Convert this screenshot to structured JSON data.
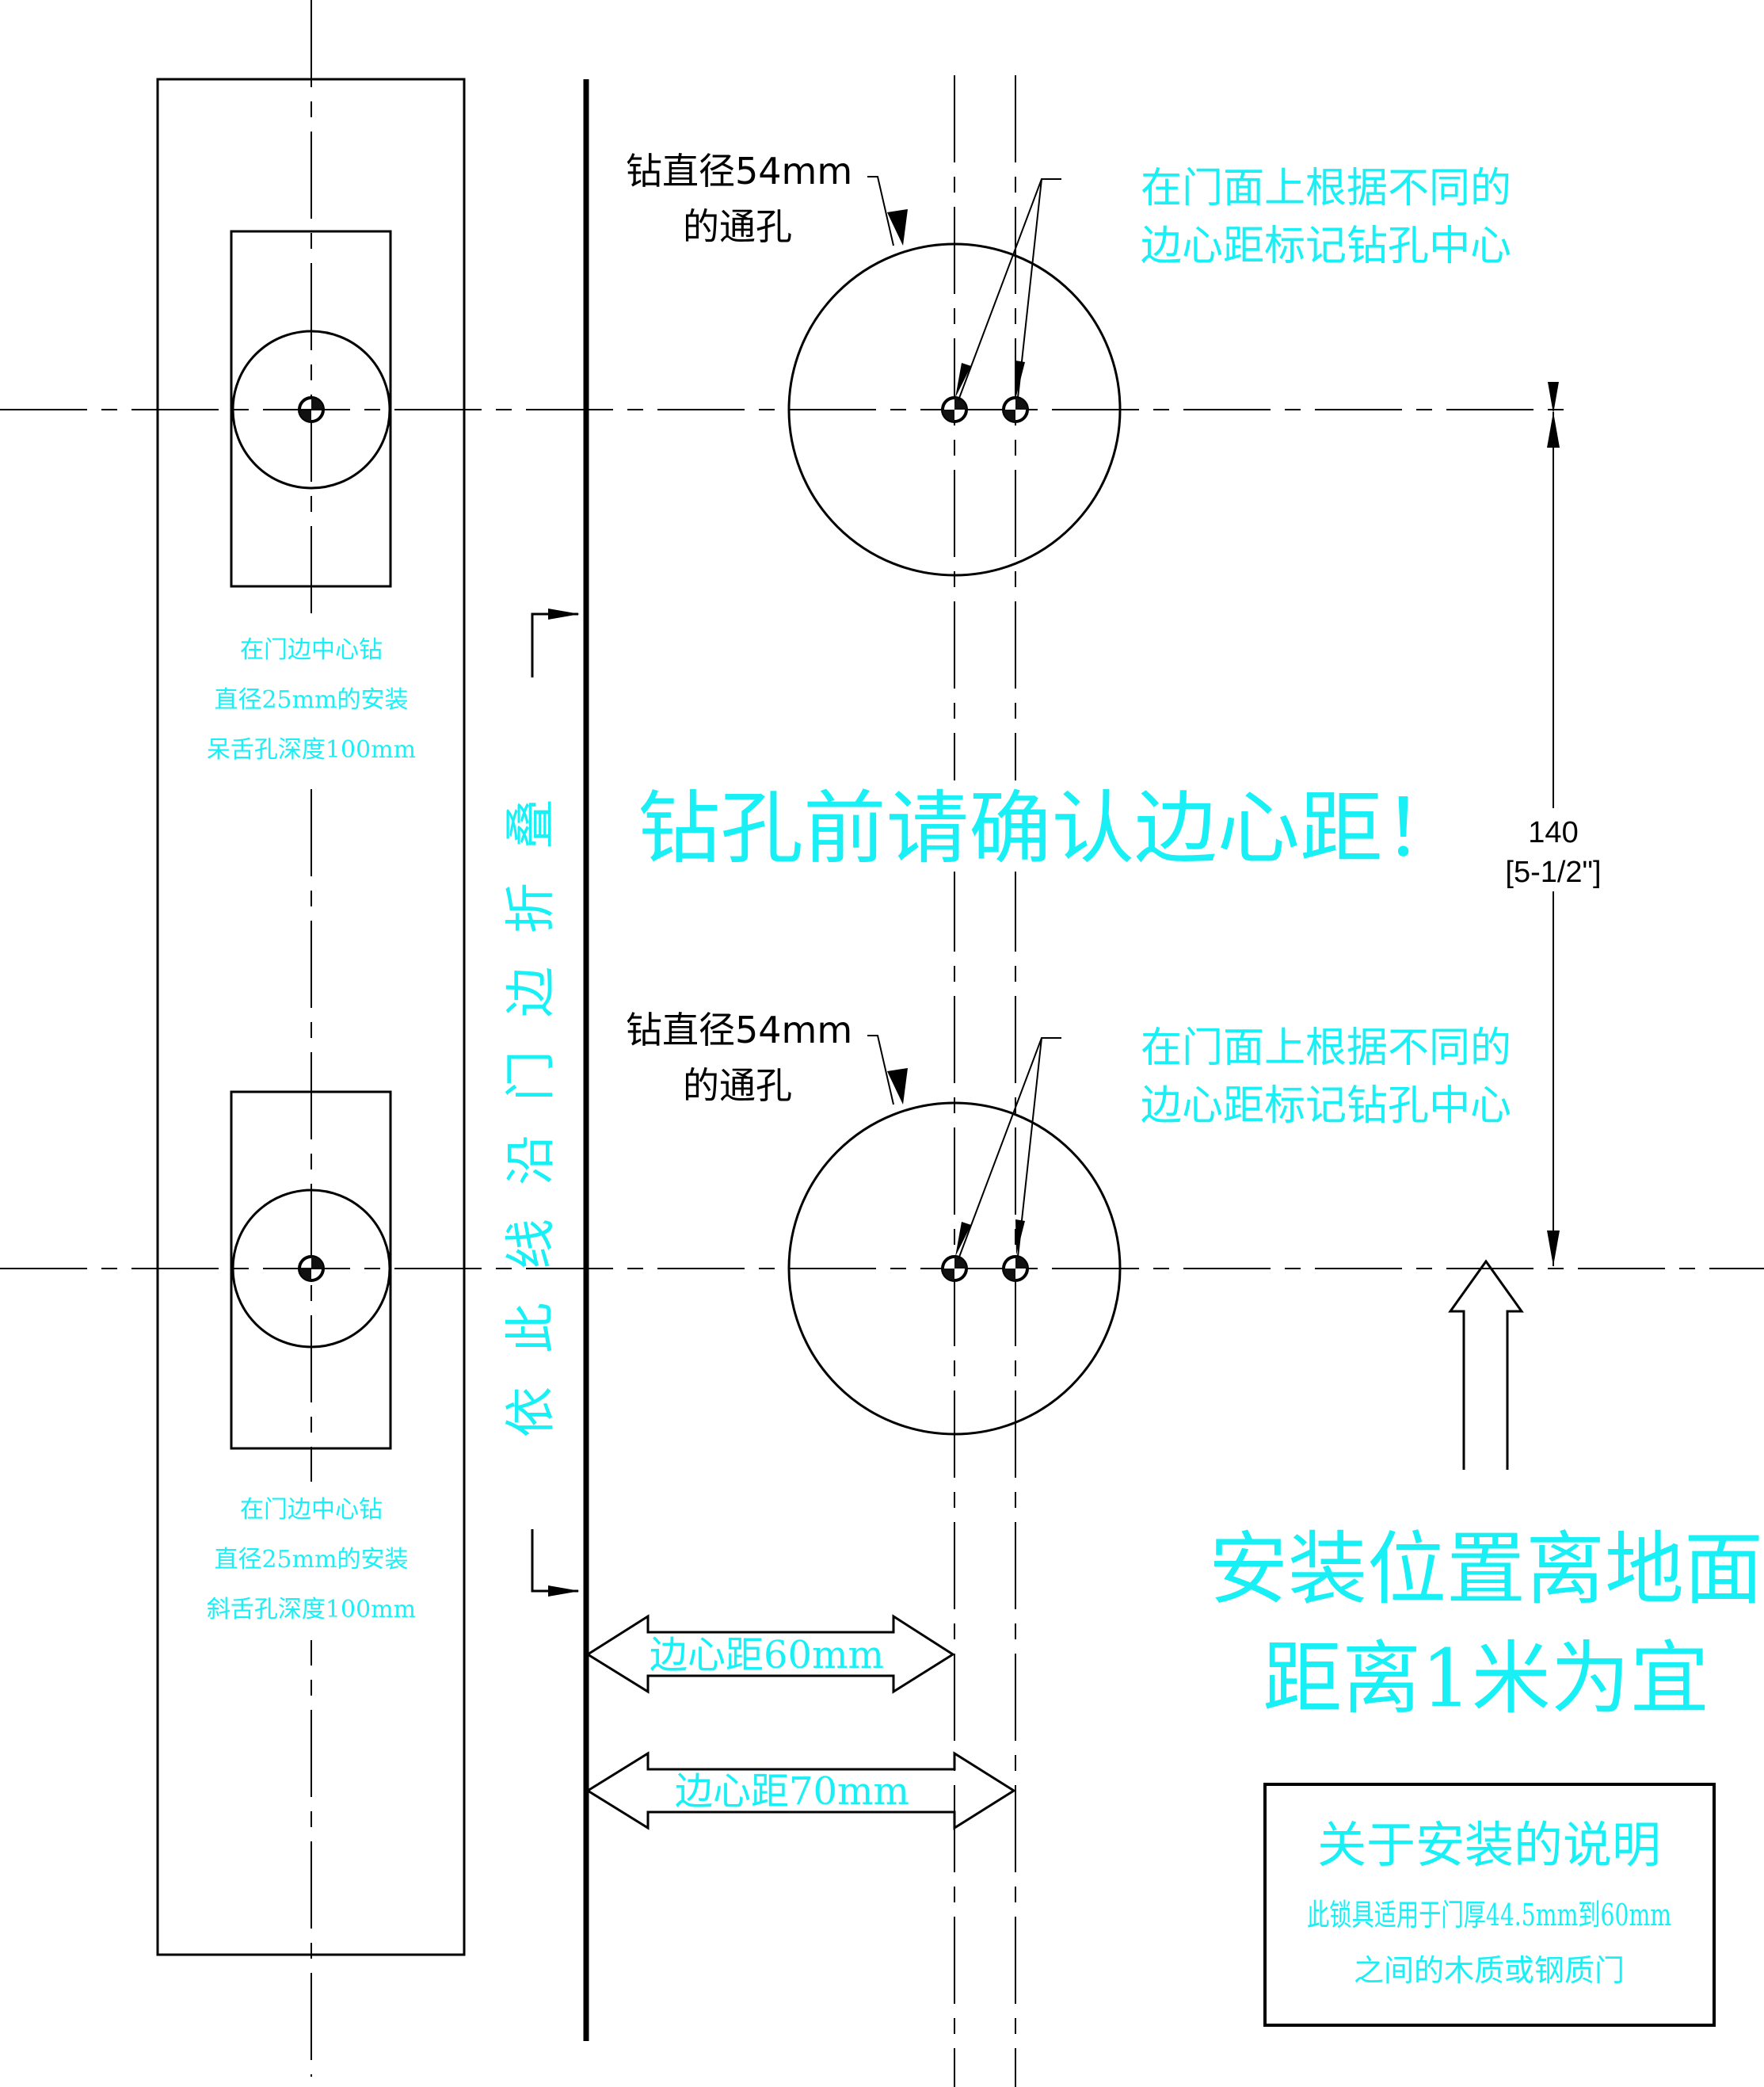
{
  "drawing": {
    "title": "Door lock installation drilling template",
    "colors": {
      "annotation": "#19f0f5",
      "line": "#000000",
      "background": "#ffffff"
    }
  },
  "edge_template": {
    "upper_note": [
      "在门边中心钻",
      "直径25mm的安装",
      "呆舌孔深度100mm"
    ],
    "lower_note": [
      "在门边中心钻",
      "直径25mm的安装",
      "斜舌孔深度100mm"
    ]
  },
  "fold_instruction": "依此线沿门边折叠",
  "face_template": {
    "upper_hole_label": [
      "钻直径54mm",
      "的通孔"
    ],
    "upper_center_note": [
      "在门面上根据不同的",
      "边心距标记钻孔中心"
    ],
    "lower_hole_label": [
      "钻直径54mm",
      "的通孔"
    ],
    "lower_center_note": [
      "在门面上根据不同的",
      "边心距标记钻孔中心"
    ],
    "warning": "钻孔前请确认边心距！"
  },
  "dimension": {
    "value": "140",
    "imperial": "[5-1/2\"]"
  },
  "backsets": [
    {
      "label": "边心距60mm"
    },
    {
      "label": "边心距70mm"
    }
  ],
  "height_note": [
    "安装位置离地面",
    "距离1米为宜"
  ],
  "info_box": {
    "title": "关于安装的说明",
    "lines": [
      "此锁具适用于门厚44.5mm到60mm",
      "之间的木质或钢质门"
    ]
  }
}
